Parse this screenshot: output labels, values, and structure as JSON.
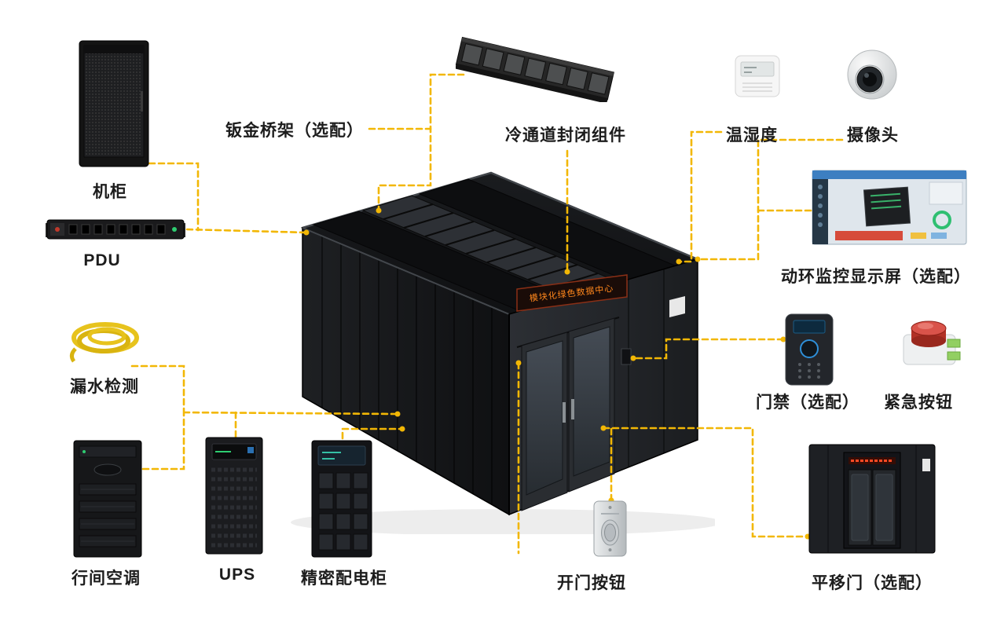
{
  "connector_color": "#F2B705",
  "enclosure": {
    "led_text": "模块化绿色数据中心",
    "led_text_color": "#ff871c"
  },
  "components": {
    "rack": {
      "label": "机柜"
    },
    "cable_tray": {
      "label": "钣金桥架（选配）"
    },
    "cold_aisle": {
      "label": "冷通道封闭组件"
    },
    "temp_humidity": {
      "label": "温湿度"
    },
    "camera": {
      "label": "摄像头"
    },
    "pdu": {
      "label": "PDU"
    },
    "monitor": {
      "label": "动环监控显示屏（选配）"
    },
    "leak": {
      "label": "漏水检测"
    },
    "access": {
      "label": "门禁（选配）"
    },
    "emergency": {
      "label": "紧急按钮"
    },
    "ac": {
      "label": "行间空调"
    },
    "ups": {
      "label": "UPS"
    },
    "cabinet": {
      "label": "精密配电柜"
    },
    "door_button": {
      "label": "开门按钮"
    },
    "sliding_door": {
      "label": "平移门（选配）"
    }
  }
}
